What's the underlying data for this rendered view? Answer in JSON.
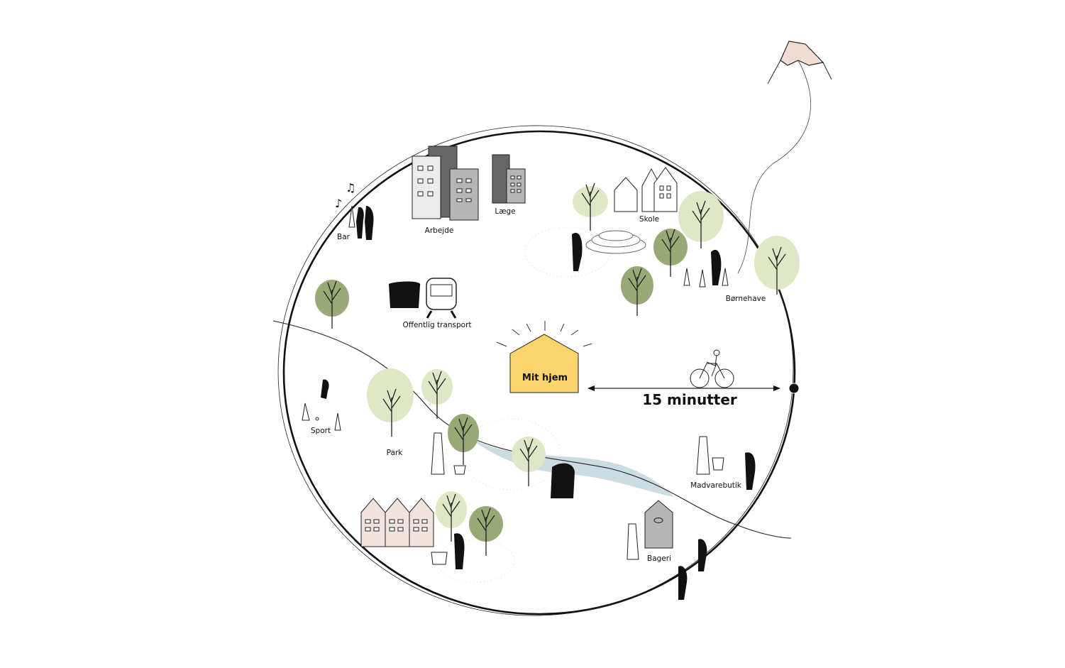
{
  "title": "15-minutters by",
  "labels": {
    "bar": "Bar",
    "work": "Arbejde",
    "doctor": "Læge",
    "school": "Skole",
    "kindergarten": "Børnehave",
    "transport": "Offentlig transport",
    "home": "Mit hjem",
    "distance": "15 minutter",
    "sport": "Sport",
    "park": "Park",
    "grocery": "Madvarebutik",
    "bakery": "Bageri"
  },
  "colors": {
    "home": "#fcd46e",
    "tree_light": "#dfe8c6",
    "tree_dark": "#98a977",
    "river": "#c9dde3",
    "kite": "#f0dcd0",
    "row_houses": "#f1e4df",
    "building_dark": "#666666",
    "building_mid": "#b5b5b5"
  }
}
